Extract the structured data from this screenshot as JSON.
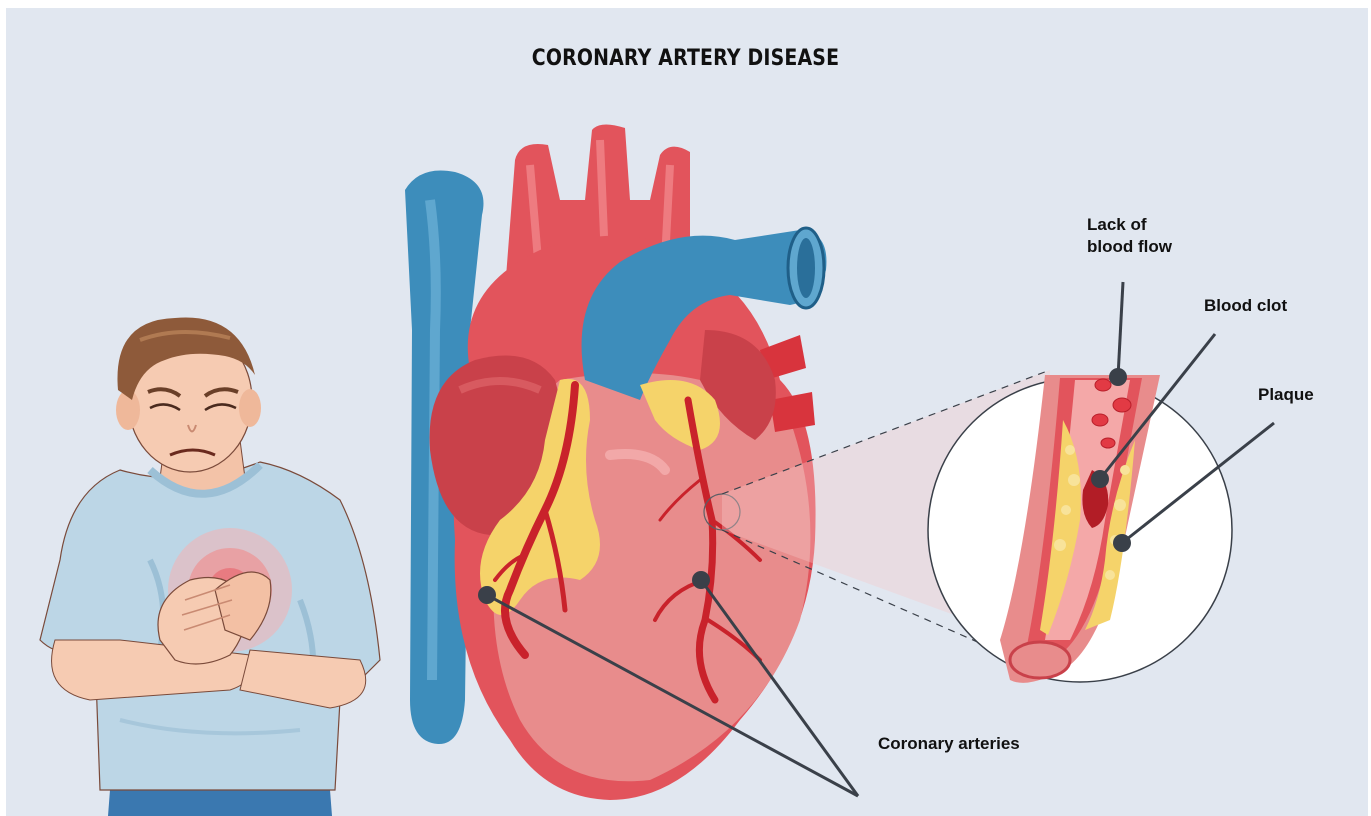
{
  "title": "CORONARY ARTERY DISEASE",
  "labels": {
    "lack_of_blood_flow_line1": "Lack of",
    "lack_of_blood_flow_line2": "blood flow",
    "blood_clot": "Blood clot",
    "plaque": "Plaque",
    "coronary_arteries": "Coronary arteries"
  },
  "colors": {
    "background": "#e1e7f0",
    "heart_red": "#e2545c",
    "heart_pink": "#e88c8c",
    "vessel_blue": "#3d8dbb",
    "artery_red": "#c9222b",
    "fat_yellow": "#f5d36a",
    "chest_pain_glow": "#f27a7a",
    "leader_line": "#3a4049"
  }
}
